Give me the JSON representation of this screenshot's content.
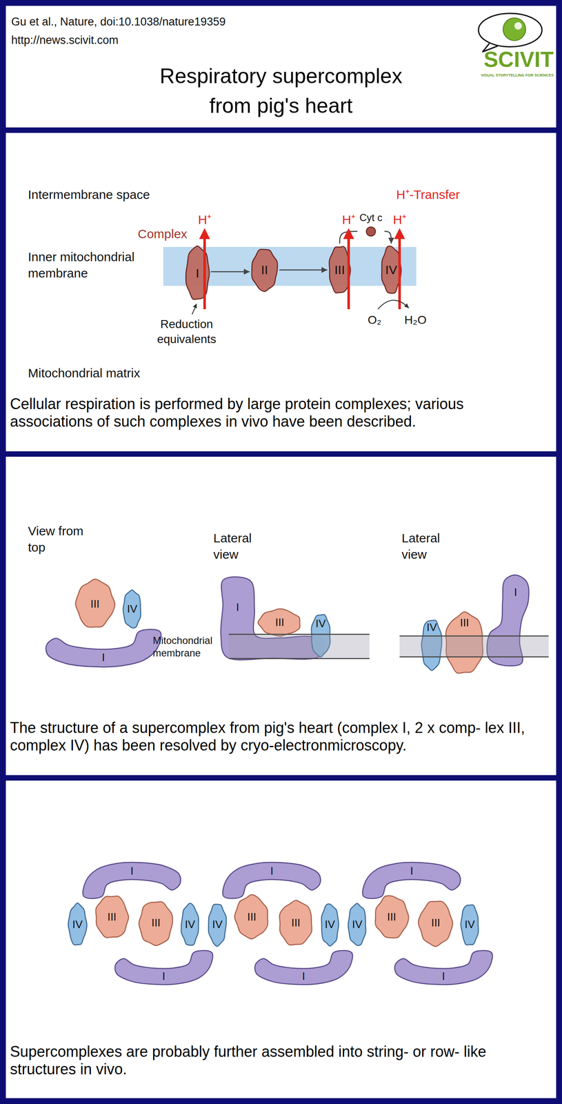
{
  "diagram": {
    "title": "Respiratory supercomplex from pig's heart",
    "nodes": [
      {
        "text": [
          "Cellular respiration is performed by large protein complexes; various associations of such complexes in vivo have been described."
        ]
      },
      {
        "text": [
          "I"
        ],
        "in": 0
      },
      {
        "text": [
          "II"
        ],
        "in": 0
      },
      {
        "text": [
          "III"
        ],
        "in": 0
      },
      {
        "text": [
          "IV"
        ],
        "in": 0
      },
      {
        "text": [
          "Cyt c"
        ],
        "in": 0
      },
      {
        "text": [
          "The structure of a supercomplex from pig's heart (complex I, 2 x comp- lex III, complex IV) has been resolved by cryo-electronmicroscopy."
        ]
      },
      {
        "text": [
          "III"
        ],
        "in": 6
      },
      {
        "text": [
          "IV"
        ],
        "in": 6
      },
      {
        "text": [
          "I"
        ],
        "in": 6
      },
      {
        "text": [
          "I"
        ],
        "in": 6
      },
      {
        "text": [
          "III"
        ],
        "in": 6
      },
      {
        "text": [
          "IV"
        ],
        "in": 6
      },
      {
        "text": [
          "IV"
        ],
        "in": 6
      },
      {
        "text": [
          "III"
        ],
        "in": 6
      },
      {
        "text": [
          "I"
        ],
        "in": 6
      },
      {
        "text": [
          "Supercomplexes are probably further assembled into string- or row- like structures in vivo."
        ]
      },
      {
        "text": [
          "I"
        ],
        "in": 16
      },
      {
        "text": [
          "IV"
        ],
        "in": 16
      },
      {
        "text": [
          "III"
        ],
        "in": 16
      },
      {
        "text": [
          "III"
        ],
        "in": 16
      },
      {
        "text": [
          "IV"
        ],
        "in": 16
      },
      {
        "text": [
          "I"
        ],
        "in": 16
      },
      {
        "text": [
          "I"
        ],
        "in": 16
      },
      {
        "text": [
          "IV"
        ],
        "in": 16
      },
      {
        "text": [
          "III"
        ],
        "in": 16
      },
      {
        "text": [
          "III"
        ],
        "in": 16
      },
      {
        "text": [
          "IV"
        ],
        "in": 16
      },
      {
        "text": [
          "I"
        ],
        "in": 16
      },
      {
        "text": [
          "I"
        ],
        "in": 16
      },
      {
        "text": [
          "IV"
        ],
        "in": 16
      },
      {
        "text": [
          "III"
        ],
        "in": 16
      },
      {
        "text": [
          "III"
        ],
        "in": 16
      },
      {
        "text": [
          "IV"
        ],
        "in": 16
      },
      {
        "text": [
          "I"
        ],
        "in": 16
      }
    ],
    "edges": [
      {
        "from": 1,
        "to": 2,
        "arrow": "to"
      },
      {
        "from": 2,
        "to": 3,
        "arrow": "to"
      },
      {
        "from": 3,
        "to": 5,
        "arrow": "none"
      },
      {
        "from": 5,
        "to": 4,
        "arrow": "to"
      }
    ],
    "labels": [
      "Gu et al., Nature, doi:10.1038/nature19359",
      "http://news.scivit.com",
      "SCIVIT",
      "VISUAL STORYTELLING FOR SCIENCES",
      "Intermembrane space",
      "H⁺-Transfer",
      "Complex",
      "H⁺",
      "H⁺",
      "H⁺",
      "Inner mitochondrial membrane",
      "Reduction equivalents",
      "O₂",
      "H₂O",
      "Mitochondrial matrix",
      "View from top",
      "Lateral view",
      "Lateral view",
      "Mitochondrial membrane"
    ]
  }
}
